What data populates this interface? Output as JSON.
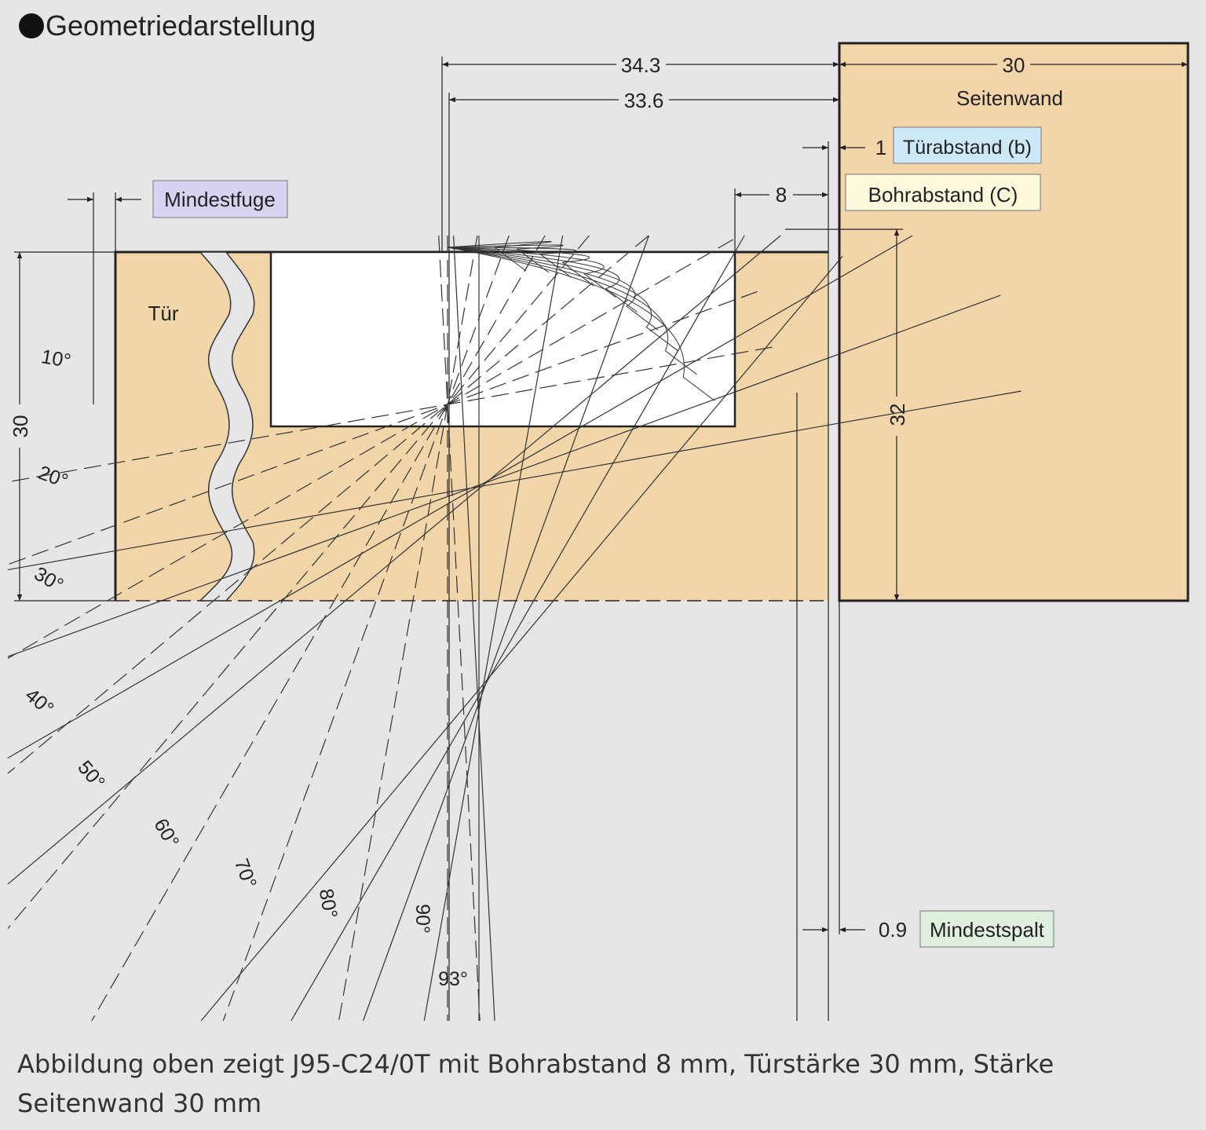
{
  "title": "Geometriedarstellung",
  "colors": {
    "background": "#e6e6e8",
    "wood": "#f2d5a8",
    "tuerabstand": "#cde9f8",
    "bohrabstand": "#fdf9dc",
    "mindestfuge": "#d6d4f0",
    "mindestspalt": "#dff0df"
  },
  "labels": {
    "door": "Tür",
    "side_wall": "Seitenwand",
    "tuerabstand": "Türabstand (b)",
    "bohrabstand": "Bohrabstand (C)",
    "mindestfuge": "Mindestfuge",
    "mindestspalt": "Mindestspalt"
  },
  "dimensions": {
    "d343": "34.3",
    "d336": "33.6",
    "d30_top": "30",
    "d1": "1",
    "d8": "8",
    "d32": "32",
    "d30_left": "30",
    "d09": "0.9"
  },
  "angles": [
    {
      "label": "10°",
      "deg": 10
    },
    {
      "label": "20°",
      "deg": 20
    },
    {
      "label": "30°",
      "deg": 30
    },
    {
      "label": "40°",
      "deg": 40
    },
    {
      "label": "50°",
      "deg": 50
    },
    {
      "label": "60°",
      "deg": 60
    },
    {
      "label": "70°",
      "deg": 70
    },
    {
      "label": "80°",
      "deg": 80
    },
    {
      "label": "90°",
      "deg": 90
    },
    {
      "label": "93°",
      "deg": 93
    }
  ],
  "caption": "Abbildung oben zeigt J95-C24/0T mit Bohrabstand 8 mm, Türstärke 30 mm, Stärke Seitenwand 30 mm"
}
